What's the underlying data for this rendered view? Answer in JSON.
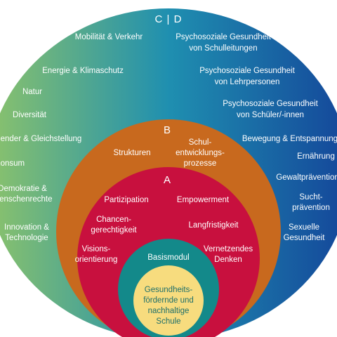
{
  "colors": {
    "outer_left": "#8cc36b",
    "outer_mid": "#1f8fb0",
    "outer_right": "#14469a",
    "ring_b": "#c8691e",
    "ring_a": "#c8103e",
    "ring_basis": "#13898a",
    "core": "#f7dc7e",
    "core_text": "#1f6f6a"
  },
  "outer": {
    "label": "C | D",
    "left_items": [
      "Mobilität & Verkehr",
      "Energie & Klimaschutz",
      "Natur",
      "Diversität",
      "Gender & Gleichstellung",
      "Konsum",
      "Demokratie &",
      "Menschenrechte",
      "Innovation &",
      "Technologie"
    ],
    "right_items": [
      "Psychosoziale Gesundheit",
      "von Schulleitungen",
      "Psychosoziale Gesundheit",
      "von Lehrpersonen",
      "Psychosoziale Gesundheit",
      "von Schüler/-innen",
      "Bewegung & Entspannung",
      "Ernährung",
      "Gewaltprävention",
      "Sucht-",
      "prävention",
      "Sexuelle",
      "Gesundheit"
    ]
  },
  "ring_b": {
    "label": "B",
    "items": [
      "Strukturen",
      "Schul-",
      "entwicklungs-",
      "prozesse"
    ]
  },
  "ring_a": {
    "label": "A",
    "items": [
      "Partizipation",
      "Empowerment",
      "Chancen-",
      "gerechtigkeit",
      "Langfristigkeit",
      "Visions-",
      "orientierung",
      "Vernetzendes",
      "Denken"
    ]
  },
  "basis": {
    "label": "Basismodul"
  },
  "core": {
    "lines": [
      "Gesundheits-",
      "fördernde und",
      "nachhaltige",
      "Schule"
    ]
  }
}
